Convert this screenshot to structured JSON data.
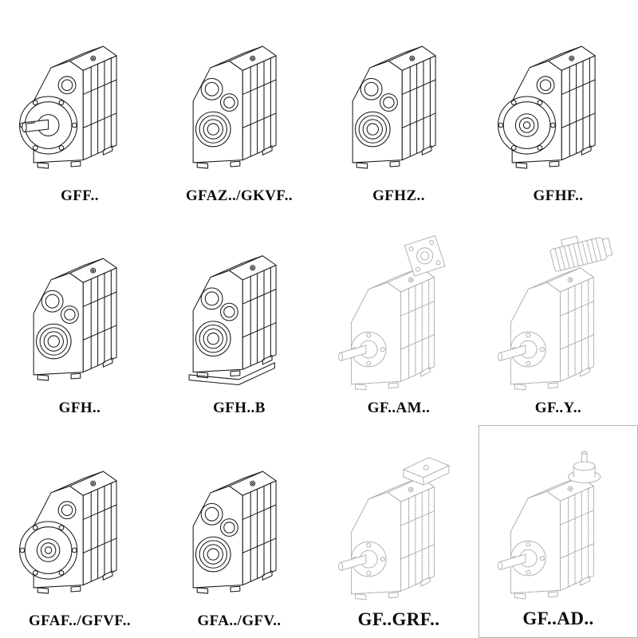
{
  "page": {
    "background_color": "#ffffff",
    "line_color": "#1a1a1a",
    "faded_line_color": "#aeaeae"
  },
  "catalog": {
    "description": "parallel-shaft-helical-gearbox-model-grid",
    "items": [
      {
        "label": "GFF..",
        "drawing": "gearbox-output-flange-solid-shaft",
        "style": "solid"
      },
      {
        "label": "GFAZ../GKVF..",
        "drawing": "gearbox-hollow-shaft",
        "style": "solid"
      },
      {
        "label": "GFHZ..",
        "drawing": "gearbox-hollow-shaft",
        "style": "solid"
      },
      {
        "label": "GFHF..",
        "drawing": "gearbox-output-flange-hollow",
        "style": "solid"
      },
      {
        "label": "GFH..",
        "drawing": "gearbox-hollow-shaft",
        "style": "solid"
      },
      {
        "label": "GFH..B",
        "drawing": "gearbox-hollow-shaft-foot-mounted",
        "style": "solid"
      },
      {
        "label": "GF..AM..",
        "drawing": "gearbox-with-input-flange-adapter",
        "style": "ghost"
      },
      {
        "label": "GF..Y..",
        "drawing": "gearbox-with-mounted-motor",
        "style": "ghost"
      },
      {
        "label": "GFAF../GFVF..",
        "drawing": "gearbox-output-flange-hollow",
        "style": "solid"
      },
      {
        "label": "GFA../GFV..",
        "drawing": "gearbox-hollow-shaft",
        "style": "solid"
      },
      {
        "label": "GF..GRF..",
        "drawing": "gearbox-with-top-cover-block",
        "style": "ghost"
      },
      {
        "label": "GF..AD..",
        "drawing": "gearbox-with-input-shaft-adapter",
        "style": "ghost"
      }
    ]
  }
}
